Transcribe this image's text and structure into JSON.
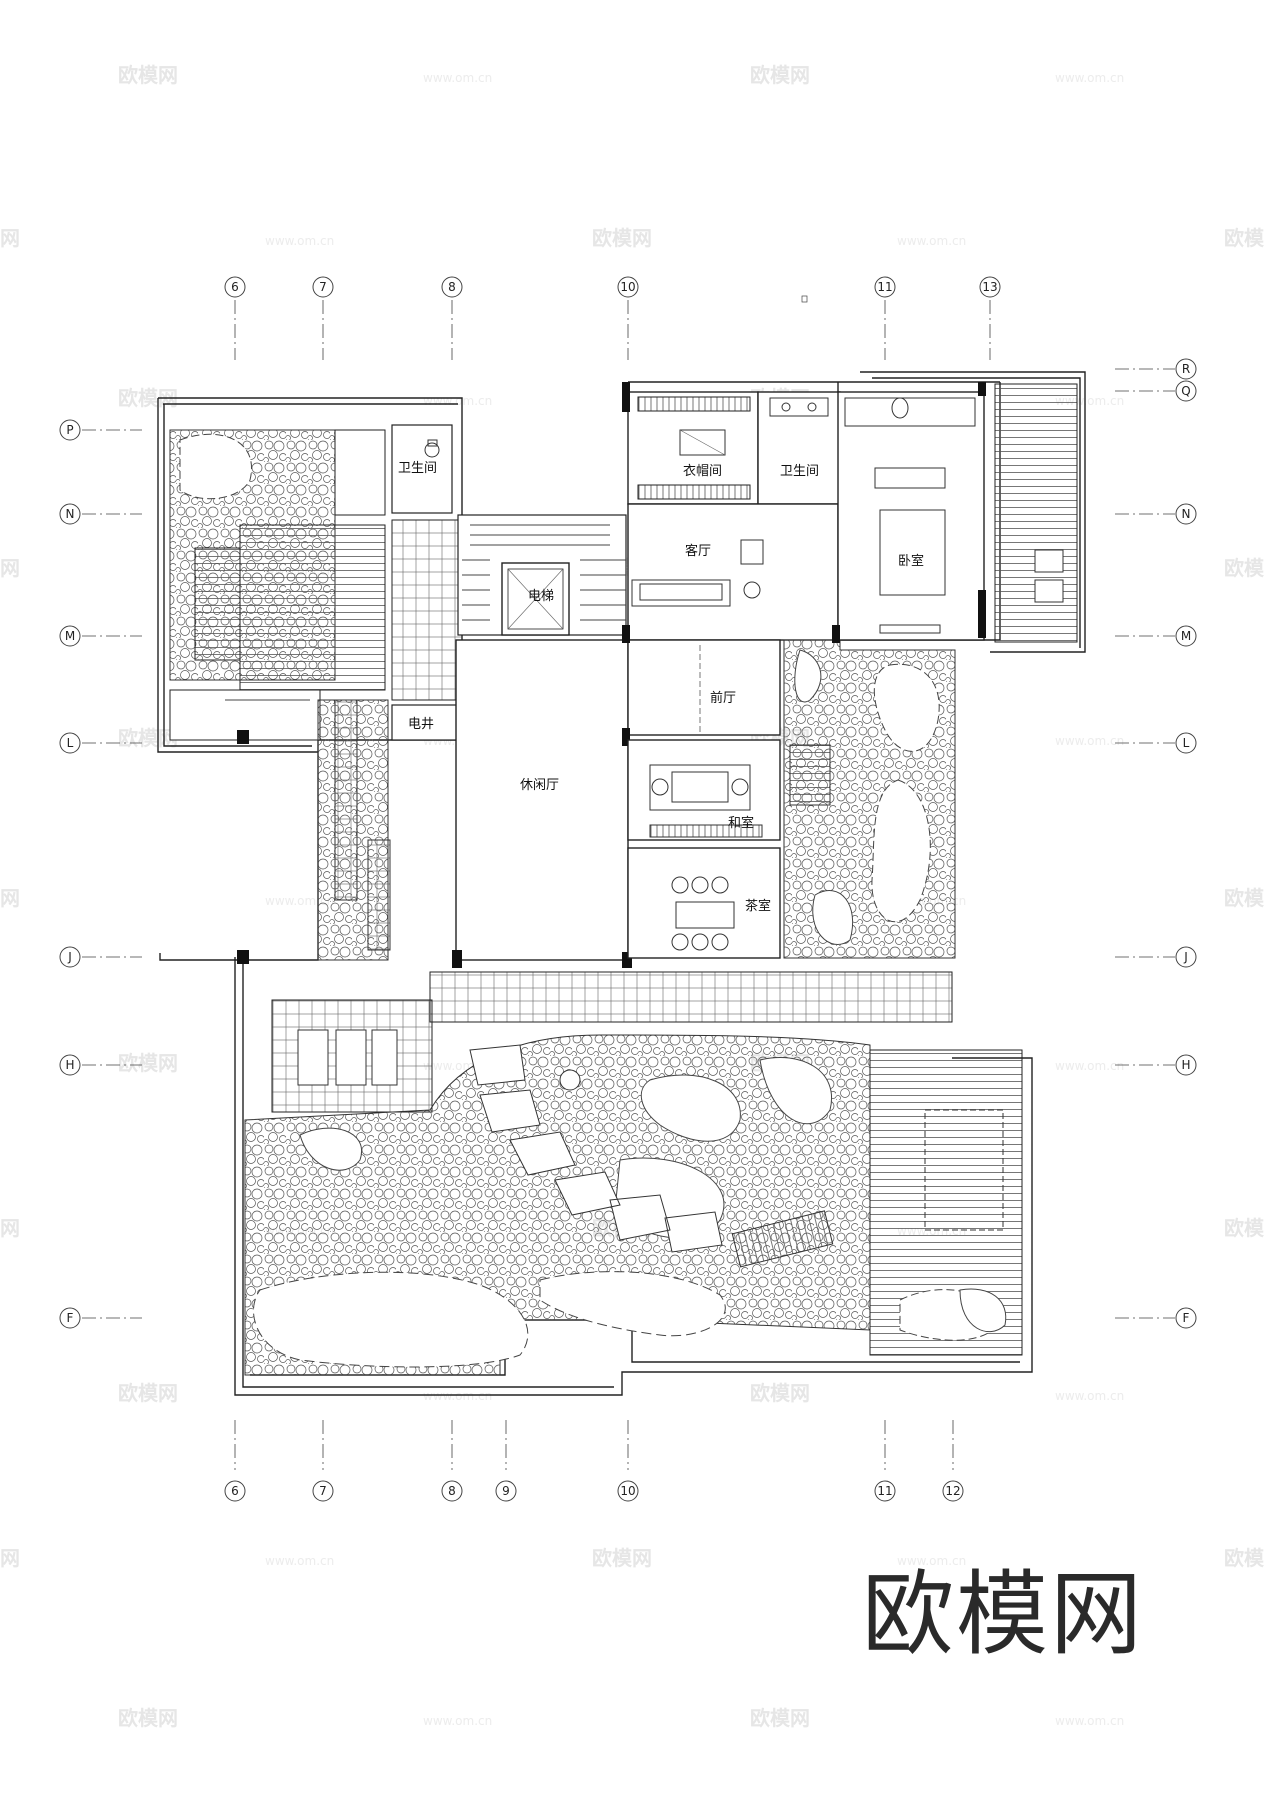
{
  "watermark": {
    "brand": "欧模网",
    "url": "www.om.cn"
  },
  "brand_logo": "欧模网",
  "rooms": {
    "bath_west": "卫生间",
    "cloakroom": "衣帽间",
    "bath_east": "卫生间",
    "living": "客厅",
    "bedroom": "卧室",
    "elevator": "电梯",
    "shaft": "电井",
    "lounge": "休闲厅",
    "foyer": "前厅",
    "japanese_room": "和室",
    "tea_room": "茶室"
  },
  "axes": {
    "top": [
      "6",
      "7",
      "8",
      "10",
      "11",
      "13"
    ],
    "bottom": [
      "6",
      "7",
      "8",
      "9",
      "10",
      "11",
      "12"
    ],
    "left": [
      "P",
      "N",
      "M",
      "L",
      "J",
      "H",
      "F"
    ],
    "right": [
      "R",
      "Q",
      "N",
      "M",
      "L",
      "J",
      "H",
      "F"
    ]
  }
}
